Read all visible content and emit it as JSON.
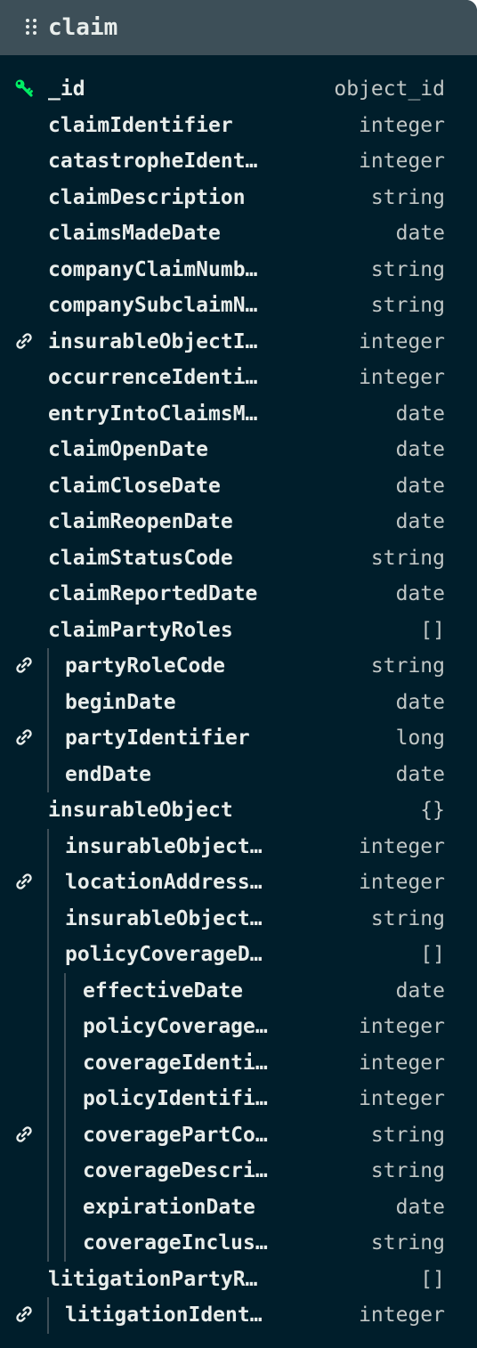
{
  "collection": {
    "title": "claim"
  },
  "fields": [
    {
      "name": "_id",
      "type": "object_id",
      "depth": 0,
      "icon": "key-icon"
    },
    {
      "name": "claimIdentifier",
      "type": "integer",
      "depth": 0,
      "icon": ""
    },
    {
      "name": "catastropheIdent…",
      "type": "integer",
      "depth": 0,
      "icon": ""
    },
    {
      "name": "claimDescription",
      "type": "string",
      "depth": 0,
      "icon": ""
    },
    {
      "name": "claimsMadeDate",
      "type": "date",
      "depth": 0,
      "icon": ""
    },
    {
      "name": "companyClaimNumb…",
      "type": "string",
      "depth": 0,
      "icon": ""
    },
    {
      "name": "companySubclaimN…",
      "type": "string",
      "depth": 0,
      "icon": ""
    },
    {
      "name": "insurableObjectI…",
      "type": "integer",
      "depth": 0,
      "icon": "link-icon"
    },
    {
      "name": "occurrenceIdenti…",
      "type": "integer",
      "depth": 0,
      "icon": ""
    },
    {
      "name": "entryIntoClaimsM…",
      "type": "date",
      "depth": 0,
      "icon": ""
    },
    {
      "name": "claimOpenDate",
      "type": "date",
      "depth": 0,
      "icon": ""
    },
    {
      "name": "claimCloseDate",
      "type": "date",
      "depth": 0,
      "icon": ""
    },
    {
      "name": "claimReopenDate",
      "type": "date",
      "depth": 0,
      "icon": ""
    },
    {
      "name": "claimStatusCode",
      "type": "string",
      "depth": 0,
      "icon": ""
    },
    {
      "name": "claimReportedDate",
      "type": "date",
      "depth": 0,
      "icon": ""
    },
    {
      "name": "claimPartyRoles",
      "type": "[]",
      "depth": 0,
      "icon": ""
    },
    {
      "name": "partyRoleCode",
      "type": "string",
      "depth": 1,
      "icon": "link-icon"
    },
    {
      "name": "beginDate",
      "type": "date",
      "depth": 1,
      "icon": ""
    },
    {
      "name": "partyIdentifier",
      "type": "long",
      "depth": 1,
      "icon": "link-icon"
    },
    {
      "name": "endDate",
      "type": "date",
      "depth": 1,
      "icon": ""
    },
    {
      "name": "insurableObject",
      "type": "{}",
      "depth": 0,
      "icon": ""
    },
    {
      "name": "insurableObject…",
      "type": "integer",
      "depth": 1,
      "icon": ""
    },
    {
      "name": "locationAddress…",
      "type": "integer",
      "depth": 1,
      "icon": "link-icon"
    },
    {
      "name": "insurableObject…",
      "type": "string",
      "depth": 1,
      "icon": ""
    },
    {
      "name": "policyCoverageD…",
      "type": "[]",
      "depth": 1,
      "icon": ""
    },
    {
      "name": "effectiveDate",
      "type": "date",
      "depth": 2,
      "icon": ""
    },
    {
      "name": "policyCoverage…",
      "type": "integer",
      "depth": 2,
      "icon": ""
    },
    {
      "name": "coverageIdenti…",
      "type": "integer",
      "depth": 2,
      "icon": ""
    },
    {
      "name": "policyIdentifi…",
      "type": "integer",
      "depth": 2,
      "icon": ""
    },
    {
      "name": "coveragePartCo…",
      "type": "string",
      "depth": 2,
      "icon": "link-icon"
    },
    {
      "name": "coverageDescri…",
      "type": "string",
      "depth": 2,
      "icon": ""
    },
    {
      "name": "expirationDate",
      "type": "date",
      "depth": 2,
      "icon": ""
    },
    {
      "name": "coverageInclus…",
      "type": "string",
      "depth": 2,
      "icon": ""
    },
    {
      "name": "litigationPartyR…",
      "type": "[]",
      "depth": 0,
      "icon": ""
    },
    {
      "name": "litigationIdent…",
      "type": "integer",
      "depth": 1,
      "icon": "link-icon"
    }
  ],
  "colors": {
    "background": "#001e2b",
    "header": "#3d4f58",
    "field_text": "#e8edeb",
    "type_text": "#c1c7c6",
    "key_icon": "#00ed64",
    "link_icon": "#e8edeb"
  }
}
